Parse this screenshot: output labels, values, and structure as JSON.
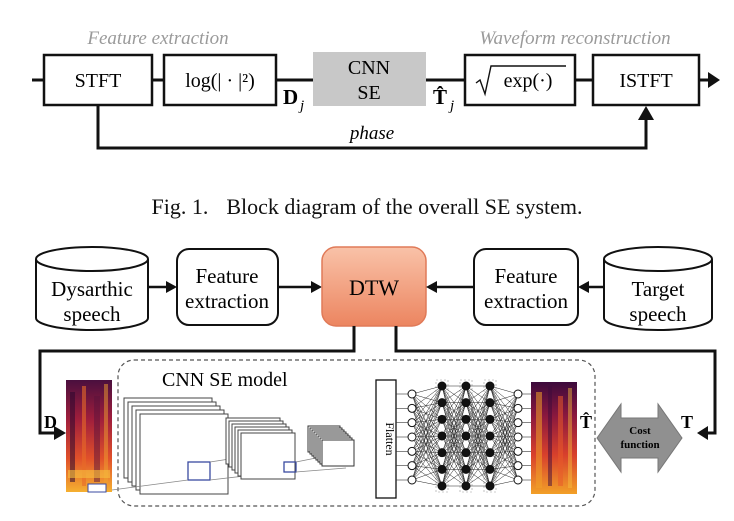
{
  "fig1": {
    "section_left": "Feature extraction",
    "section_right": "Waveform reconstruction",
    "blocks": {
      "stft": "STFT",
      "log": "log(| · |²)",
      "cnn_line1": "CNN",
      "cnn_line2": "SE",
      "exp": "exp(·)",
      "istft": "ISTFT"
    },
    "signal_in": "D",
    "signal_in_sub": "j",
    "signal_out": "T̂",
    "signal_out_sub": "j",
    "phase_label": "phase",
    "caption_num": "Fig. 1.",
    "caption_text": "Block diagram of the overall SE system."
  },
  "fig2": {
    "dysarthric_line1": "Dysarthic",
    "dysarthric_line2": "speech",
    "feat_left_line1": "Feature",
    "feat_left_line2": "extraction",
    "dtw": "DTW",
    "feat_right_line1": "Feature",
    "feat_right_line2": "extraction",
    "target_line1": "Target",
    "target_line2": "speech",
    "model_title": "CNN SE model",
    "flatten": "Flatten",
    "label_D": "D",
    "label_That": "T̂",
    "label_T": "T",
    "cost_line1": "Cost",
    "cost_line2": "function"
  },
  "colors": {
    "cnn_block_fill": "#c8c8c8",
    "section_text": "#9a9a9a",
    "dtw_fill_top": "#f7b49a",
    "dtw_fill_bottom": "#ee8a66",
    "cost_arrow_fill": "#909090",
    "spectrogram_hot": "#f0a020",
    "spectrogram_cold": "#3a0a3a"
  }
}
